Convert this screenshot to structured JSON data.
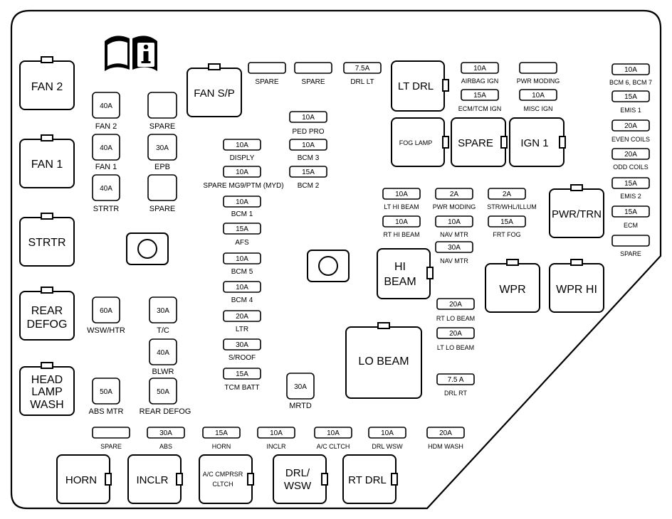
{
  "relays": {
    "fan2": "FAN 2",
    "fan1": "FAN 1",
    "strtr": "STRTR",
    "rear_defog": [
      "REAR",
      "DEFOG"
    ],
    "head_lamp_wash": [
      "HEAD",
      "LAMP",
      "WASH"
    ],
    "fan_sp": "FAN S/P",
    "lt_drl": "LT DRL",
    "fog_lamp": "FOG LAMP",
    "spare": "SPARE",
    "ign1": "IGN 1",
    "pwr_trn": "PWR/TRN",
    "hi_beam": [
      "HI",
      "BEAM"
    ],
    "wpr": "WPR",
    "wpr_hi": "WPR HI",
    "lo_beam": "LO BEAM",
    "horn": "HORN",
    "inclr": "INCLR",
    "ac_cmprsr": [
      "A/C CMPRSR",
      "CLTCH"
    ],
    "drl_wsw": [
      "DRL/",
      "WSW"
    ],
    "rt_drl": "RT DRL"
  },
  "left_fuses": {
    "fan2_amp": "40A",
    "fan2_lbl": "FAN 2",
    "spare1_lbl": "SPARE",
    "fan1_amp": "40A",
    "fan1_lbl": "FAN 1",
    "epb_amp": "30A",
    "epb_lbl": "EPB",
    "strtr_amp": "40A",
    "strtr_lbl": "STRTR",
    "spare2_lbl": "SPARE",
    "wsw_amp": "60A",
    "wsw_lbl": "WSW/HTR",
    "tc_amp": "30A",
    "tc_lbl": "T/C",
    "blwr_amp": "40A",
    "blwr_lbl": "BLWR",
    "absmtr_amp": "50A",
    "absmtr_lbl": "ABS MTR",
    "rdefog_amp": "50A",
    "rdefog_lbl": "REAR DEFOG"
  },
  "top_fuses": {
    "spare_a": "SPARE",
    "spare_b": "SPARE",
    "drl_lt_amp": "7.5A",
    "drl_lt_lbl": "DRL LT"
  },
  "mid_fuses": {
    "ped_pro_amp": "10A",
    "ped_pro_lbl": "PED PRO",
    "bcm3_amp": "10A",
    "bcm3_lbl": "BCM 3",
    "bcm2_amp": "15A",
    "bcm2_lbl": "BCM 2",
    "disply_amp": "10A",
    "disply_lbl": "DISPLY",
    "spare_mg9_amp": "10A",
    "spare_mg9_lbl": "SPARE MG9/PTM (MYD)",
    "bcm1_amp": "10A",
    "bcm1_lbl": "BCM 1",
    "afs_amp": "15A",
    "afs_lbl": "AFS",
    "bcm5_amp": "10A",
    "bcm5_lbl": "BCM 5",
    "bcm4_amp": "10A",
    "bcm4_lbl": "BCM 4",
    "ltr_amp": "20A",
    "ltr_lbl": "LTR",
    "sroof_amp": "30A",
    "sroof_lbl": "S/ROOF",
    "tcm_batt_amp": "15A",
    "tcm_batt_lbl": "TCM BATT",
    "mrtd_amp": "30A",
    "mrtd_lbl": "MRTD"
  },
  "right_fuses": {
    "airbag_amp": "10A",
    "airbag_lbl": "AIRBAG IGN",
    "pwr_moding_lbl": "PWR MODING",
    "ecm_tcm_amp": "15A",
    "ecm_tcm_lbl": "ECM/TCM IGN",
    "misc_amp": "10A",
    "misc_lbl": "MISC IGN",
    "lt_hi_amp": "10A",
    "lt_hi_lbl": "LT HI BEAM",
    "pwr_moding2_amp": "2A",
    "pwr_moding2_lbl": "PWR MODING",
    "str_amp": "2A",
    "str_lbl": "STR/WHL/ILLUM",
    "rt_hi_amp": "10A",
    "rt_hi_lbl": "RT HI BEAM",
    "nav_mtr1_amp": "10A",
    "nav_mtr1_lbl": "NAV MTR",
    "frt_fog_amp": "15A",
    "frt_fog_lbl": "FRT FOG",
    "nav_mtr2_amp": "30A",
    "nav_mtr2_lbl": "NAV MTR",
    "rt_lo_amp": "20A",
    "rt_lo_lbl": "RT LO BEAM",
    "lt_lo_amp": "20A",
    "lt_lo_lbl": "LT LO BEAM",
    "drl_rt_amp": "7.5 A",
    "drl_rt_lbl": "DRL RT"
  },
  "far_right_fuses": {
    "bcm67_amp": "10A",
    "bcm67_lbl": "BCM 6, BCM 7",
    "emis1_amp": "15A",
    "emis1_lbl": "EMIS 1",
    "even_amp": "20A",
    "even_lbl": "EVEN COILS",
    "odd_amp": "20A",
    "odd_lbl": "ODD COILS",
    "emis2_amp": "15A",
    "emis2_lbl": "EMIS 2",
    "ecm_amp": "15A",
    "ecm_lbl": "ECM",
    "spare_lbl": "SPARE"
  },
  "bottom_fuses": {
    "spare_lbl": "SPARE",
    "abs_amp": "30A",
    "abs_lbl": "ABS",
    "horn_amp": "15A",
    "horn_lbl": "HORN",
    "inclr_amp": "10A",
    "inclr_lbl": "INCLR",
    "ac_amp": "10A",
    "ac_lbl": "A/C CLTCH",
    "drlwsw_amp": "10A",
    "drlwsw_lbl": "DRL WSW",
    "hdm_amp": "20A",
    "hdm_lbl": "HDM WASH"
  }
}
